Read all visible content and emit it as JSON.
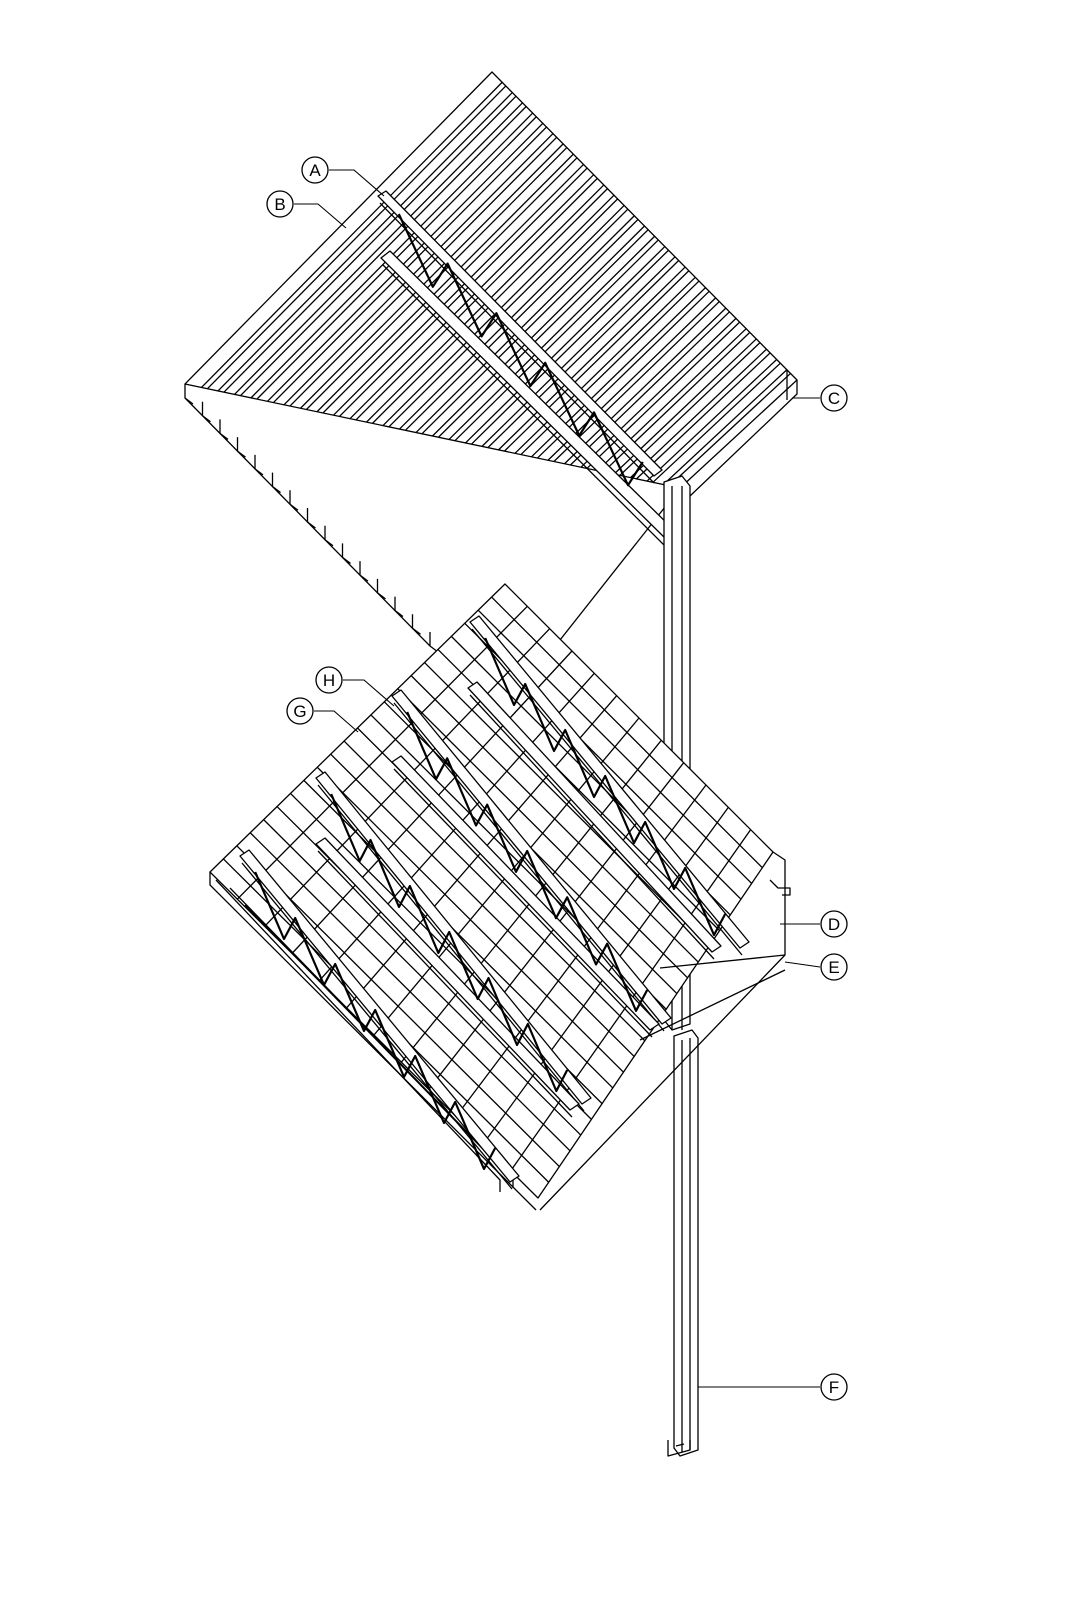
{
  "colors": {
    "line": "#000000",
    "background": "#ffffff"
  },
  "callouts": [
    {
      "id": "A",
      "label": "A"
    },
    {
      "id": "B",
      "label": "B"
    },
    {
      "id": "C",
      "label": "C"
    },
    {
      "id": "D",
      "label": "D"
    },
    {
      "id": "E",
      "label": "E"
    },
    {
      "id": "F",
      "label": "F"
    },
    {
      "id": "G",
      "label": "G"
    },
    {
      "id": "H",
      "label": "H"
    }
  ]
}
